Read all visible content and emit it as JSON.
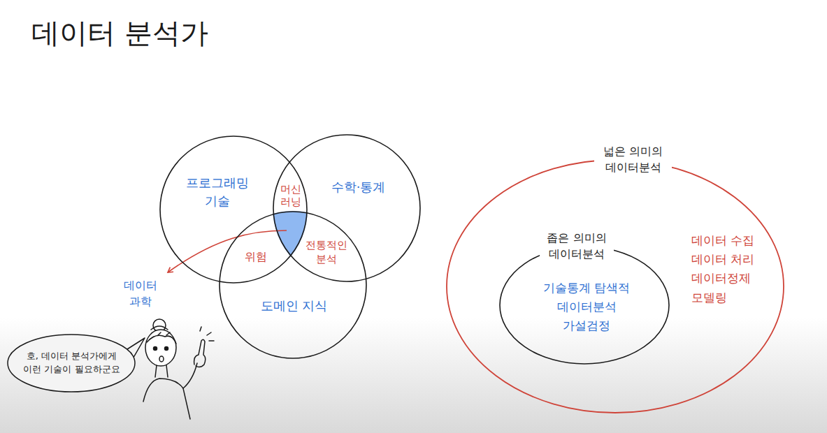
{
  "diagram": {
    "title": "데이터 분석가",
    "nodes": [
      {
        "text": [
          "프로그래밍 기술"
        ]
      },
      {
        "text": [
          "수학·통계"
        ]
      },
      {
        "text": [
          "도메인 지식"
        ]
      },
      {
        "text": [
          "넓은 의미의 데이터분석",
          "데이터 수집 데이터 처리 데이터정제 모델링"
        ]
      },
      {
        "text": [
          "좁은 의미의 데이터분석",
          "기술통계 탐색적 데이터분석 가설검정"
        ],
        "in": 3
      },
      {
        "text": [
          "호, 데이터 분석가에게 이런 기술이 필요하군요"
        ]
      }
    ],
    "labels": [
      "머신러닝",
      "위험",
      "전통적인 분석",
      "데이터 과학"
    ]
  }
}
